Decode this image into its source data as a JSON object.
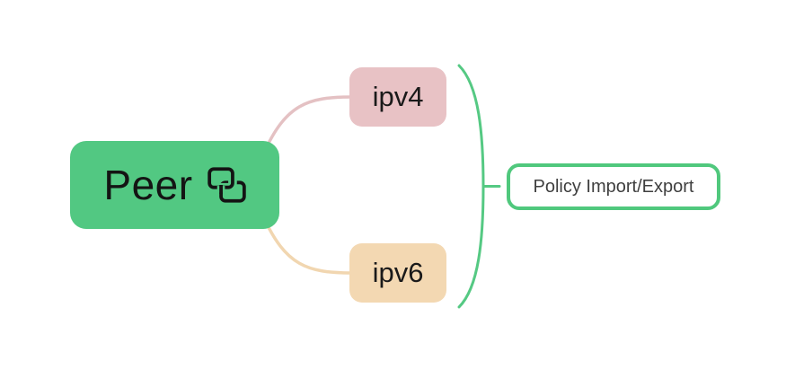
{
  "diagram": {
    "type": "mindmap",
    "background": "#ffffff",
    "root": {
      "label": "Peer",
      "icon": "linked-clone-icon",
      "bg": "#52c882",
      "text_color": "#141414"
    },
    "children": [
      {
        "label": "ipv4",
        "bg": "#e8c2c5",
        "text_color": "#1a1a1a",
        "link_color": "#e4c1c3"
      },
      {
        "label": "ipv6",
        "bg": "#f3d8b2",
        "text_color": "#1a1a1a",
        "link_color": "#f1d6b0"
      }
    ],
    "bracket": {
      "color": "#55c983"
    },
    "annotation": {
      "label": "Policy Import/Export",
      "bg": "#ffffff",
      "border_color": "#50c87d",
      "text_color": "#3f3f3f"
    }
  }
}
